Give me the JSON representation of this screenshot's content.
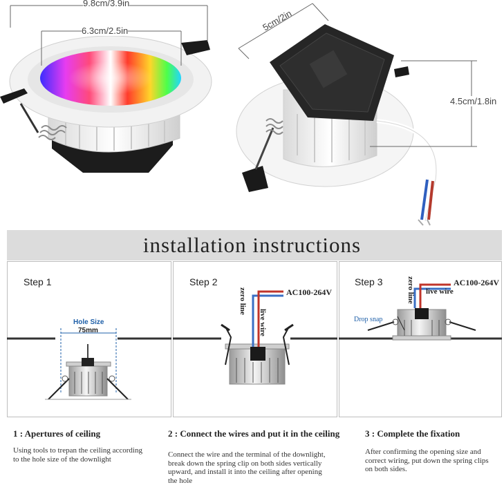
{
  "product_dims": {
    "outer_diameter": "9.8cm/3.9in",
    "inner_diameter": "6.3cm/2.5in",
    "box_width": "5cm/2in",
    "height": "4.5cm/1.8in"
  },
  "title": "installation instructions",
  "steps": [
    {
      "label": "Step 1",
      "hole_title": "Hole Size",
      "hole_value": "75mm",
      "caption_title": "1 : Apertures of ceiling",
      "caption_lines": [
        "Using  tools to trepan the ceiling according",
        "to the hole size of the downlight"
      ]
    },
    {
      "label": "Step 2",
      "zero_line": "zero line",
      "live_wire": "live wire",
      "voltage": "AC100-264V",
      "caption_title": "2 : Connect the wires and put it in  the ceiling",
      "caption_lines": [
        "Connect the wire and the terminal of the downlight,",
        "break down the  spring clip on both sides vertically",
        "upward, and install it into the ceiling after opening",
        "the hole"
      ]
    },
    {
      "label": "Step 3",
      "zero_line": "zero line",
      "live_wire": "live wire",
      "voltage": "AC100-264V",
      "drop_snap": "Drop snap",
      "caption_title": "3 : Complete the fixation",
      "caption_lines": [
        "After confirming the opening size and",
        "correct wiring, put down the spring clips",
        "on both sides."
      ]
    }
  ],
  "colors": {
    "accent_blue": "#1e5fa8",
    "wire_red": "#c0342a",
    "wire_blue": "#3a6fc4",
    "band_gray": "#dcdcdc"
  }
}
